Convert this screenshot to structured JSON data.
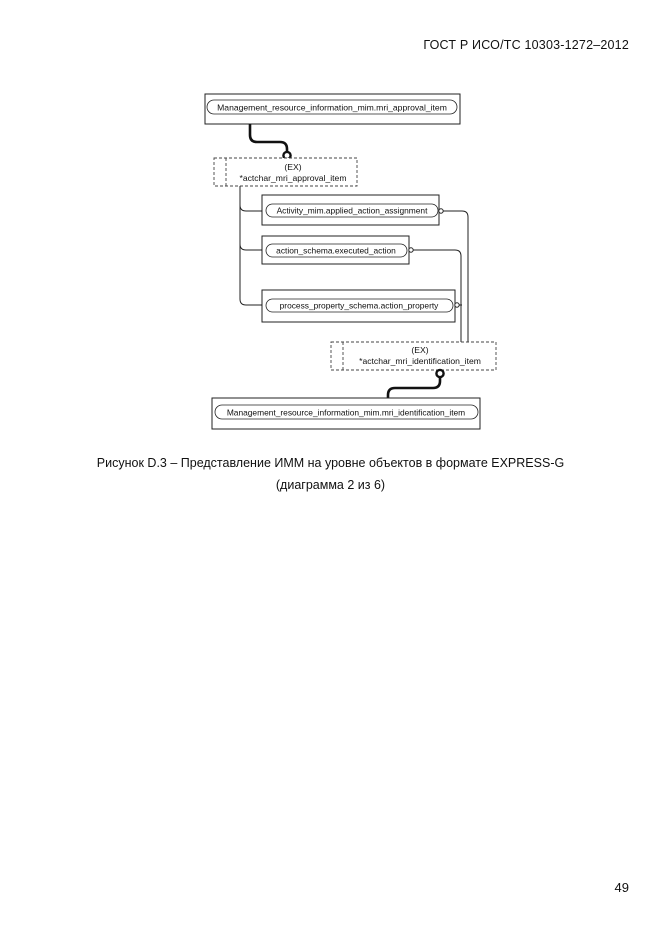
{
  "header": {
    "standard": "ГОСТ Р ИСО/ТС 10303-1272–2012"
  },
  "diagram": {
    "entities": {
      "approval_item": "Management_resource_information_mim.mri_approval_item",
      "applied_action_assignment": "Activity_mim.applied_action_assignment",
      "executed_action": "action_schema.executed_action",
      "action_property": "process_property_schema.action_property",
      "identification_item": "Management_resource_information_mim.mri_identification_item"
    },
    "ex_nodes": {
      "approval": {
        "tag": "(EX)",
        "name": "*actchar_mri_approval_item"
      },
      "identification": {
        "tag": "(EX)",
        "name": "*actchar_mri_identification_item"
      }
    }
  },
  "caption": {
    "line1": "Рисунок D.3 – Представление ИММ на уровне объектов в формате EXPRESS-G",
    "line2": "(диаграмма 2 из 6)"
  },
  "page_number": "49"
}
